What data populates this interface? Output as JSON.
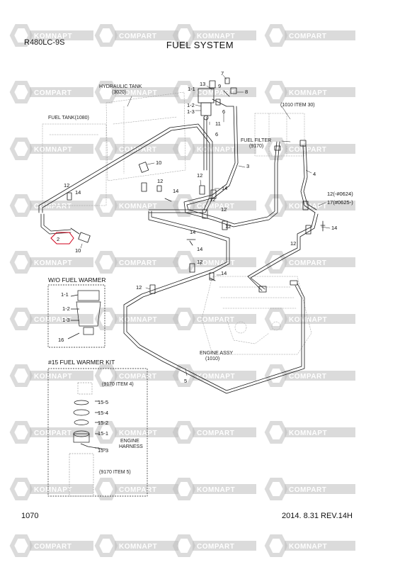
{
  "header": {
    "model": "R480LC-9S",
    "title": "FUEL SYSTEM"
  },
  "footer": {
    "page": "1070",
    "revision": "2014. 8.31   REV.14H"
  },
  "watermark": {
    "brand_cyr": "KOMNAPT",
    "brand_lat": "COMPART"
  },
  "labels": {
    "hydraulic_tank": "HYDRAULIC TANK",
    "hydraulic_tank_ref": "(3020)",
    "fuel_tank": "FUEL TANK(1080)",
    "item_1010_30": "(1010 ITEM 30)",
    "fuel_filter": "FUEL FILTER",
    "fuel_filter_ref": "(9170)",
    "engine_assy": "ENGINE ASSY",
    "engine_assy_ref": "(1010)",
    "wo_fuel_warmer": "W/O FUEL WARMER",
    "fuel_warmer_kit": "#15 FUEL WARMER KIT",
    "item_9170_4": "(9170 ITEM 4)",
    "item_9170_5": "(9170 ITEM 5)",
    "engine": "ENGINE",
    "harness": "HARNESS"
  },
  "callouts": {
    "c13": "13",
    "c7": "7",
    "c11a": "1-1",
    "c9": "9",
    "c8": "8",
    "c12a": "1-2",
    "c13b": "1-3",
    "c6a": "6",
    "c11": "11",
    "c6b": "6",
    "c3": "3",
    "c4": "4",
    "c10a": "10",
    "c10b": "10",
    "c12_1": "12",
    "c14_1": "14",
    "c12_2": "12",
    "c14_2": "14",
    "c12_3": "12",
    "c14_3": "14",
    "c12_4": "12",
    "c14_4": "14",
    "c12_5": "12",
    "c12_6": "12",
    "c14_5": "14",
    "c12_7": "12",
    "c14_6": "14",
    "c12_8": "12",
    "c14_7": "14",
    "c12_9": "12",
    "c2": "2",
    "c12_0624": "12(-#0624)",
    "c17_0625": "17(#0625-)",
    "c5": "5",
    "w11": "1-1",
    "w12": "1-2",
    "w13": "1-3",
    "w16": "16",
    "k155": "15-5",
    "k154": "15-4",
    "k152": "15-2",
    "k151": "15-1",
    "k153": "15-3"
  },
  "colors": {
    "line": "#1a1a1a",
    "highlight": "#d0021b",
    "watermark": "#bdbdbd"
  }
}
